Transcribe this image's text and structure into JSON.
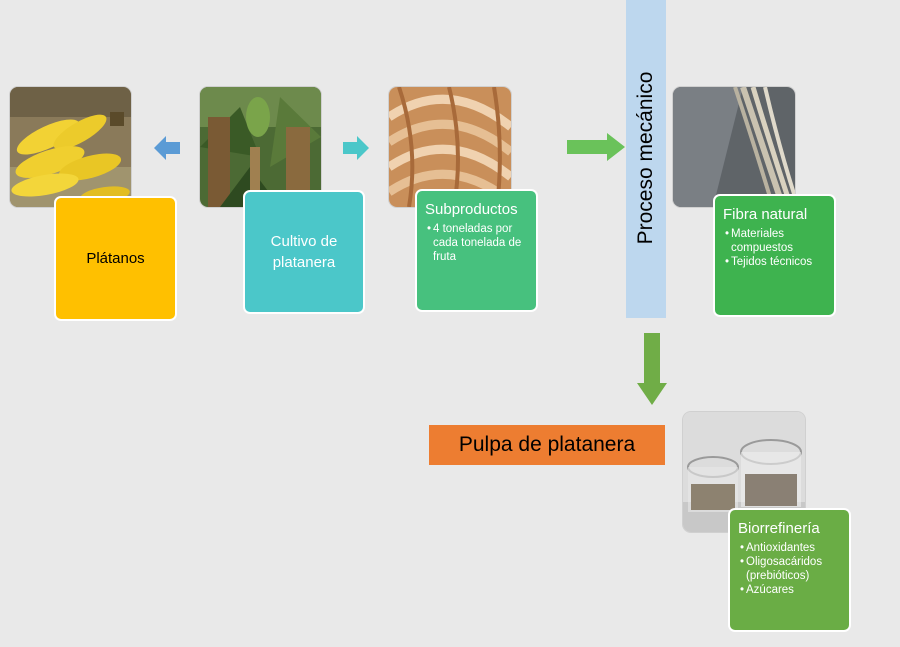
{
  "nodes": {
    "platanos": {
      "label": "Plátanos"
    },
    "cultivo": {
      "label": "Cultivo de platanera"
    },
    "subproductos": {
      "title": "Subproductos",
      "items": [
        "4 toneladas por cada tonelada de fruta"
      ]
    },
    "proceso": {
      "label": "Proceso mecánico"
    },
    "fibra": {
      "title": "Fibra natural",
      "items": [
        "Materiales compuestos",
        "Tejidos técnicos"
      ]
    },
    "pulpa": {
      "label": "Pulpa de platanera"
    },
    "biorrefineria": {
      "title": "Biorrefinería",
      "items": [
        "Antioxidantes",
        "Oligosacáridos (prebióticos)",
        "Azúcares"
      ]
    }
  },
  "images": [
    "bananas-photo",
    "banana-plant-photo",
    "fiber-sheaths-photo",
    "fiber-strands-photo",
    "pulp-jars-photo"
  ],
  "colors": {
    "platanos": "#ffc000",
    "cultivo": "#4bc7c9",
    "subproductos": "#47c17e",
    "fibra": "#3eb34f",
    "biorrefineria": "#6aad45",
    "proceso_bar": "#bdd7ee",
    "pulpa": "#ed7d31",
    "arrow_blue": "#5b9bd5",
    "arrow_teal": "#4bc7c9",
    "arrow_green": "#6ac25a",
    "arrow_olive": "#70ad47"
  }
}
